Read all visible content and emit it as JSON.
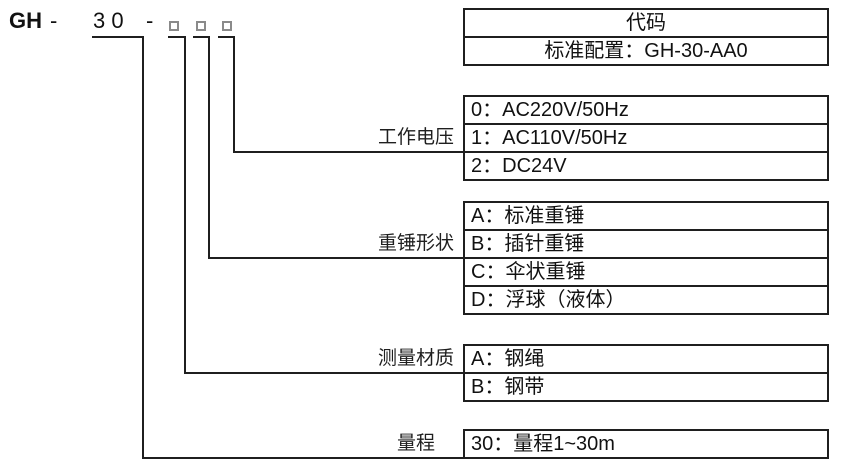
{
  "model_code": {
    "prefix": "GH",
    "separator1": "-",
    "range_digits": "3 0",
    "separator2": "-",
    "placeholder_count": 3
  },
  "code_table": {
    "header": "代码",
    "standard": "标准配置：GH-30-AA0"
  },
  "groups": [
    {
      "label": "工作电压",
      "rows": [
        "0：AC220V/50Hz",
        "1：AC110V/50Hz",
        "2：DC24V"
      ]
    },
    {
      "label": "重锤形状",
      "rows": [
        "A：标准重锤",
        "B：插针重锤",
        "C：伞状重锤",
        "D：浮球（液体）"
      ]
    },
    {
      "label": "测量材质",
      "rows": [
        "A：钢绳",
        "B：钢带"
      ]
    },
    {
      "label": "量程",
      "rows": [
        "30：量程1~30m"
      ]
    }
  ],
  "colors": {
    "line": "#1f1f1f",
    "text": "#111111",
    "placeholder_border": "#8a8a8a",
    "background": "#ffffff"
  }
}
